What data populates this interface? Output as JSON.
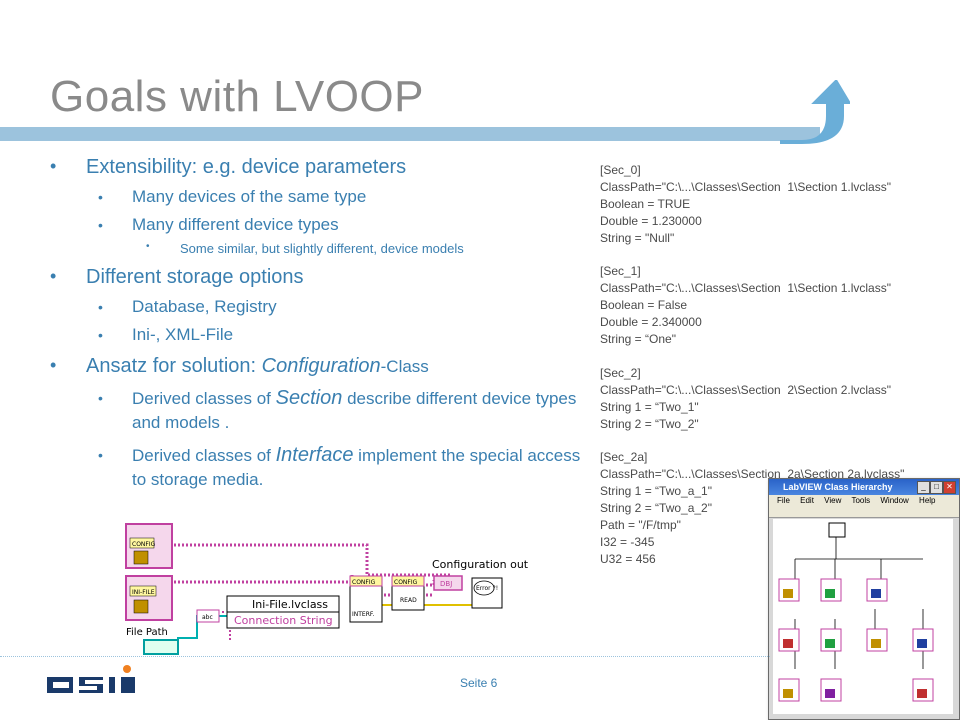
{
  "slide": {
    "title": "Goals with LVOOP",
    "page_number": "Seite 6",
    "accent_color": "#3a7fb0",
    "bar_color": "#9cc3dd"
  },
  "bullets": {
    "b1": "Extensibility: e.g. device parameters",
    "b1_1": "Many devices of the same type",
    "b1_2": "Many different device types",
    "b1_2_1": "Some similar, but slightly different, device models",
    "b2": "Different storage options",
    "b2_1": "Database, Registry",
    "b2_2": "Ini-, XML-File",
    "b3_pre": "Ansatz for solution: ",
    "b3_ital": "Configuration",
    "b3_post": "-Class",
    "b3_1_pre": "Derived classes of ",
    "b3_1_ital": "Section",
    "b3_1_post": " describe different device types and models .",
    "b3_2_pre": "Derived classes of ",
    "b3_2_ital": "Interface",
    "b3_2_post": " implement the special access to storage media."
  },
  "ini_listing": "[Sec_0]\nClassPath=\"C:\\...\\Classes\\Section  1\\Section 1.lvclass\"\nBoolean = TRUE\nDouble = 1.230000\nString = \"Null\"\n\n[Sec_1]\nClassPath=\"C:\\...\\Classes\\Section  1\\Section 1.lvclass\"\nBoolean = False\nDouble = 2.340000\nString = “One\"\n\n[Sec_2]\nClassPath=\"C:\\...\\Classes\\Section  2\\Section 2.lvclass\"\nString 1 = “Two_1\"\nString 2 = “Two_2\"\n\n[Sec_2a]\nClassPath=\"C:\\...\\Classes\\Section  2a\\Section 2a.lvclass\"\nString 1 = “Two_a_1\"\nString 2 = “Two_a_2\"\nPath = \"/F/tmp\"\nI32 = -345\nU32 = 456",
  "diagram": {
    "config_label": "CONFIG",
    "inifile_label": "INI-FILE",
    "file_path_label": "File Path",
    "ini_class_label": "Ini-File.lvclass",
    "connection_string_label": "Connection String",
    "config_interf_label": "CONFIG",
    "interf_label": "INTERF.",
    "config_read_label": "CONFIG",
    "read_label": "READ",
    "configuration_out_label": "Configuration out",
    "obj_label": "DBJ",
    "error_label": "Error ?!",
    "abc_label": "abc"
  },
  "hierarchy_window": {
    "title": "LabVIEW Class Hierarchy",
    "menu": [
      "File",
      "Edit",
      "View",
      "Tools",
      "Window",
      "Help"
    ]
  }
}
